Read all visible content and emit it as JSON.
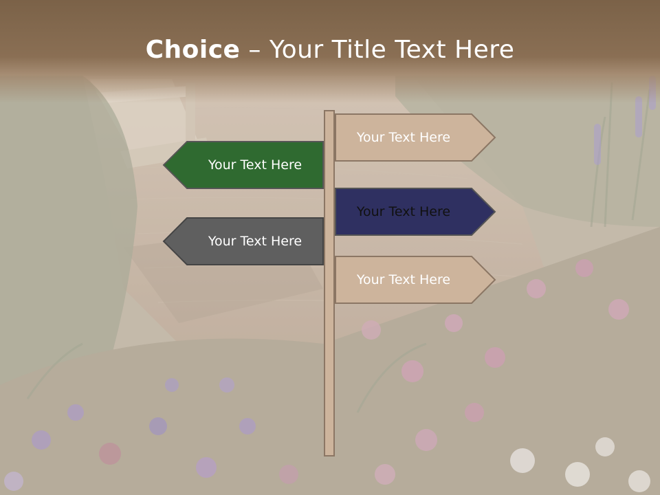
{
  "slide": {
    "title_strong": "Choice",
    "title_dash": " – ",
    "title_rest": "Your Title Text Here"
  },
  "signs": [
    {
      "label": "Your Text Here",
      "direction": "right",
      "fill": "#cdb49c",
      "text_color": "#ffffff"
    },
    {
      "label": "Your Text Here",
      "direction": "left",
      "fill": "#2f6a30",
      "text_color": "#ffffff"
    },
    {
      "label": "Your Text Here",
      "direction": "right",
      "fill": "#2f3061",
      "text_color": "#111111"
    },
    {
      "label": "Your Text Here",
      "direction": "left",
      "fill": "#5f5f5f",
      "text_color": "#ffffff"
    },
    {
      "label": "Your Text Here",
      "direction": "right",
      "fill": "#cdb49c",
      "text_color": "#ffffff"
    }
  ],
  "colors": {
    "header": "#7b6248",
    "post": "#cdb49c",
    "border": "#8b7664"
  }
}
